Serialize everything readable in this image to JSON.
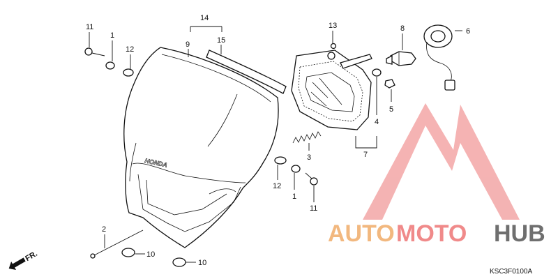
{
  "diagram": {
    "callouts": [
      {
        "id": "c11a",
        "text": "11"
      },
      {
        "id": "c1a",
        "text": "1"
      },
      {
        "id": "c12a",
        "text": "12"
      },
      {
        "id": "c14",
        "text": "14"
      },
      {
        "id": "c9",
        "text": "9"
      },
      {
        "id": "c15",
        "text": "15"
      },
      {
        "id": "c13",
        "text": "13"
      },
      {
        "id": "c8",
        "text": "8"
      },
      {
        "id": "c6",
        "text": "6"
      },
      {
        "id": "c5",
        "text": "5"
      },
      {
        "id": "c4",
        "text": "4"
      },
      {
        "id": "c7",
        "text": "7"
      },
      {
        "id": "c3",
        "text": "3"
      },
      {
        "id": "c12b",
        "text": "12"
      },
      {
        "id": "c1b",
        "text": "1"
      },
      {
        "id": "c11b",
        "text": "11"
      },
      {
        "id": "c2",
        "text": "2"
      },
      {
        "id": "c10a",
        "text": "10"
      },
      {
        "id": "c10b",
        "text": "10"
      }
    ],
    "front_indicator": "FR.",
    "brand_on_cowl": "HONDA",
    "diagram_code": "KSC3F0100A"
  },
  "watermark": {
    "part1": "AUTO",
    "part2": "MOTO",
    "part3": "HUB",
    "colors": {
      "auto": "#f2b87f",
      "moto": "#f08a8a",
      "hub": "#6f6f6f",
      "logo": "#f08a8a"
    }
  }
}
